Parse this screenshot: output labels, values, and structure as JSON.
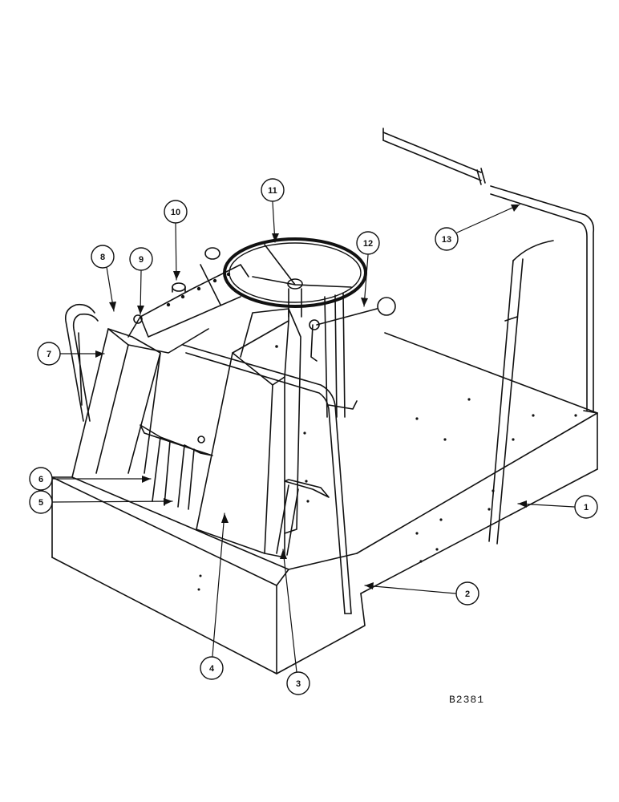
{
  "figure": {
    "ref_code": "B2381",
    "line_color": "#111111",
    "paper_color": "#ffffff"
  },
  "callouts": [
    {
      "id": "c1",
      "label": "1"
    },
    {
      "id": "c2",
      "label": "2"
    },
    {
      "id": "c3",
      "label": "3"
    },
    {
      "id": "c4",
      "label": "4"
    },
    {
      "id": "c5",
      "label": "5"
    },
    {
      "id": "c6",
      "label": "6"
    },
    {
      "id": "c7",
      "label": "7"
    },
    {
      "id": "c8",
      "label": "8"
    },
    {
      "id": "c9",
      "label": "9"
    },
    {
      "id": "c10",
      "label": "10"
    },
    {
      "id": "c11",
      "label": "11"
    },
    {
      "id": "c12",
      "label": "12"
    },
    {
      "id": "c13",
      "label": "13"
    }
  ]
}
